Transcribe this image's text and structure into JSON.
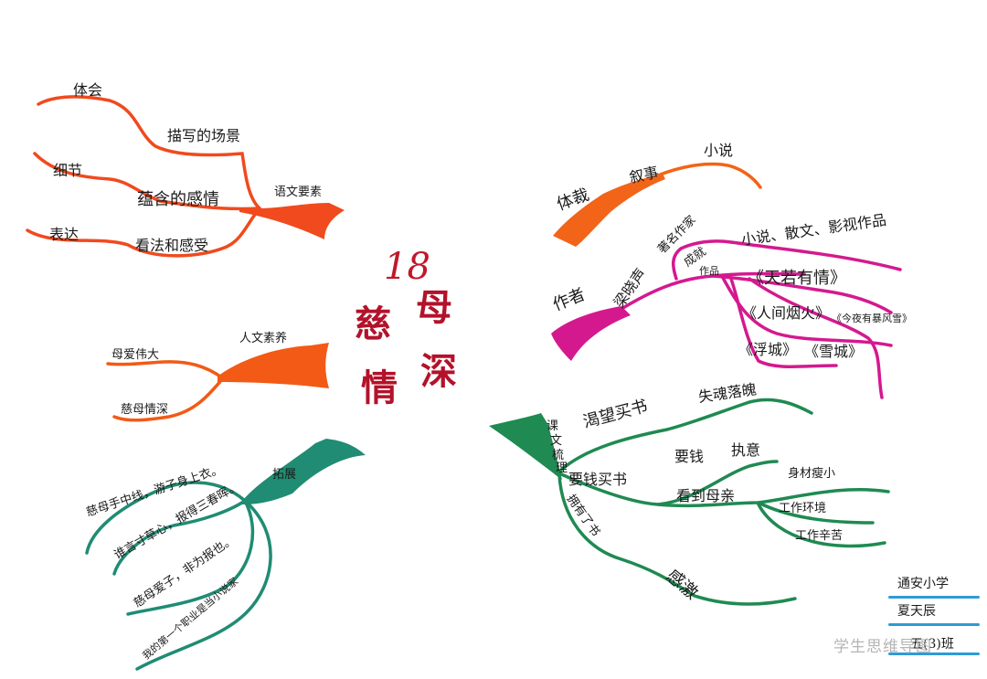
{
  "title": {
    "number": "18",
    "chars": [
      "慈",
      "母",
      "情",
      "深"
    ]
  },
  "colors": {
    "upper_left": "#f04a1e",
    "middle_left": "#f25a16",
    "lower_left": "#1f8c73",
    "upper_right": "#f26418",
    "middle_right": "#d4198f",
    "lower_right": "#1f8a52",
    "title": "#b3122a",
    "signature_line": "#2e9bd6"
  },
  "branches": {
    "yuwen": {
      "root": "语文要素",
      "sub1": "描写的场景",
      "sub1_leaf": "体会",
      "sub2": "蕴含的感情",
      "sub2_leaf": "细节",
      "sub3": "看法和感受",
      "sub3_leaf": "表达"
    },
    "renwen": {
      "root": "人文素养",
      "leaf1": "母爱伟大",
      "leaf2": "慈母情深"
    },
    "tuozhan": {
      "root": "拓展",
      "items": [
        "慈母手中线，游子身上衣。",
        "谁言寸草心，报得三春晖。",
        "慈母爱子，非为报也。",
        "我的第一个职业是当小说家"
      ]
    },
    "ticai": {
      "root": "体裁",
      "mid": "叙事",
      "leaf": "小说"
    },
    "zuozhe": {
      "root": "作者",
      "name": "梁晓声",
      "fame": "著名作家",
      "achieve": "成就",
      "works_types": "小说、散文、影视作品",
      "works_label": "作品",
      "works": [
        "《天若有情》",
        "《人间烟火》",
        "《今夜有暴风雪》",
        "《浮城》",
        "《雪城》"
      ]
    },
    "kewen": {
      "root": "课文梳理",
      "b1": "渴望买书",
      "b1_leaf": "失魂落魄",
      "b2": "要钱买书",
      "b2a": "要钱",
      "b2a_leaf": "执意",
      "b2b": "看到母亲",
      "b2b_leaves": [
        "身材瘦小",
        "工作环境",
        "工作辛苦"
      ],
      "b3": "拥有了书",
      "b3_leaf": "感激"
    }
  },
  "signature": {
    "school": "通安小学",
    "student": "夏天辰",
    "class": "五(3)班"
  },
  "watermark": "学生思维导图"
}
